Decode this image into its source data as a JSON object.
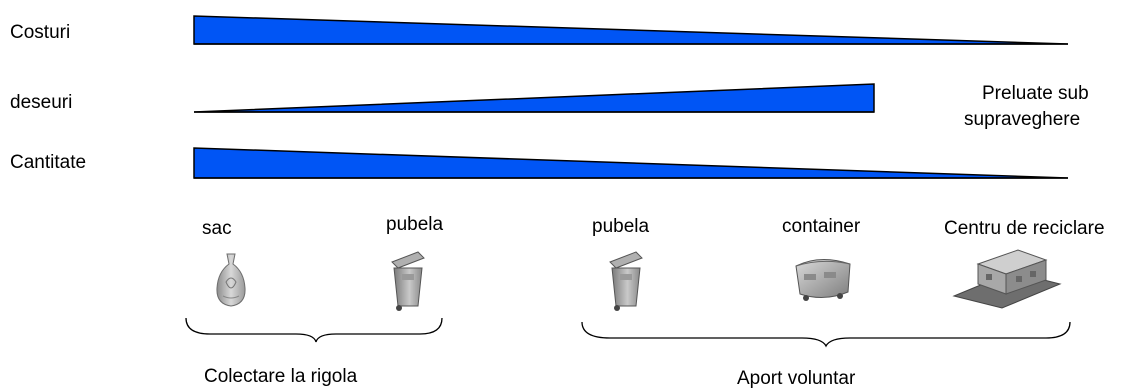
{
  "rows": [
    {
      "label": "Costuri",
      "direction": "decreasing"
    },
    {
      "label": "deseuri",
      "direction": "increasing"
    },
    {
      "label": "Cantitate",
      "direction": "decreasing"
    }
  ],
  "note": "Preluate sub supraveghere",
  "note_lines": [
    "Preluate sub",
    "supraveghere"
  ],
  "items": [
    {
      "label": "sac",
      "icon": "bag-icon"
    },
    {
      "label": "pubela",
      "icon": "wheelie-bin-icon"
    },
    {
      "label": "pubela",
      "icon": "wheelie-bin-icon"
    },
    {
      "label": "container",
      "icon": "container-icon"
    },
    {
      "label": "Centru de reciclare",
      "icon": "recycling-center-icon"
    }
  ],
  "groups": [
    {
      "label": "Colectare la rigola"
    },
    {
      "label": "Aport voluntar"
    }
  ],
  "colors": {
    "wedge_fill": "#0055f5",
    "wedge_stroke": "#000000"
  }
}
